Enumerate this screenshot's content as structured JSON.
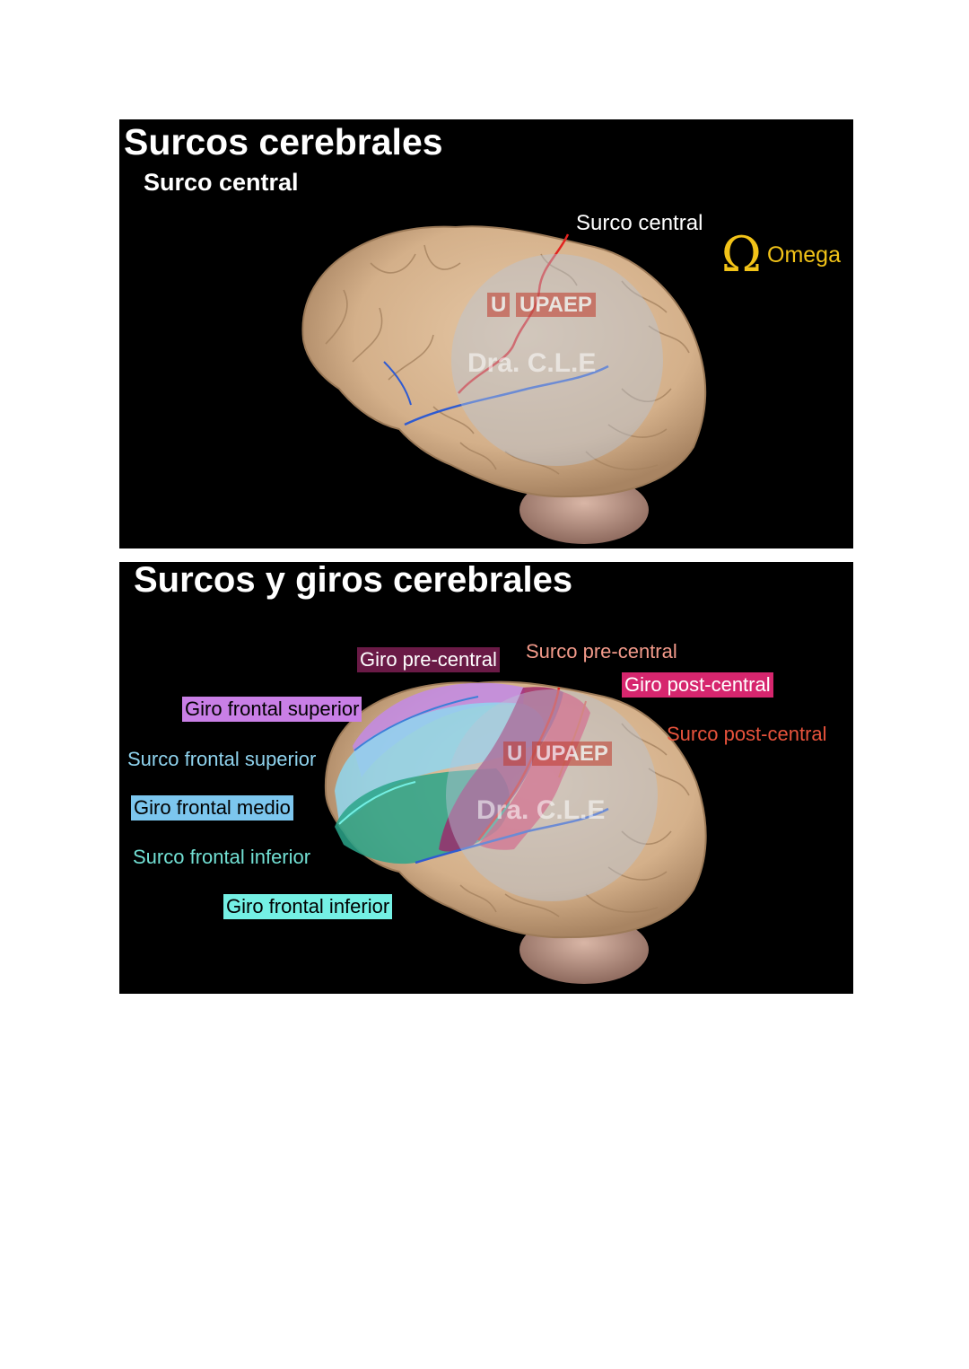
{
  "slide1": {
    "title": "Surcos cerebrales",
    "subtitle": "Surco central",
    "labels": {
      "surco_central": "Surco central",
      "omega_symbol": "Ω",
      "omega": "Omega"
    },
    "watermark": {
      "logo_u": "U",
      "logo_text": "UPAEP",
      "author": "Dra. C.L.E"
    }
  },
  "slide2": {
    "title": "Surcos y giros cerebrales",
    "labels": {
      "giro_pre_central": "Giro pre-central",
      "surco_pre_central": "Surco pre-central",
      "giro_post_central": "Giro post-central",
      "surco_post_central": "Surco post-central",
      "giro_frontal_superior": "Giro frontal superior",
      "surco_frontal_superior": "Surco frontal superior",
      "giro_frontal_medio": "Giro frontal medio",
      "surco_frontal_inferior": "Surco frontal inferior",
      "giro_frontal_inferior": "Giro frontal inferior"
    },
    "watermark": {
      "logo_u": "U",
      "logo_text": "UPAEP",
      "author": "Dra. C.L.E"
    }
  },
  "colors": {
    "slide_background": "#000000",
    "brain_tissue": "#d9b894",
    "omega": "#f2c318",
    "giro_pre_central": "#6a1a46",
    "giro_post_central": "#d6266e",
    "surco_pre_central": "#f29a8a",
    "surco_post_central": "#e8533c",
    "giro_frontal_superior": "#c97fe6",
    "surco_frontal_superior": "#8fd3ee",
    "giro_frontal_medio": "#7cc6ee",
    "surco_frontal_inferior": "#72e0d4",
    "giro_frontal_inferior": "#74f0e4"
  }
}
